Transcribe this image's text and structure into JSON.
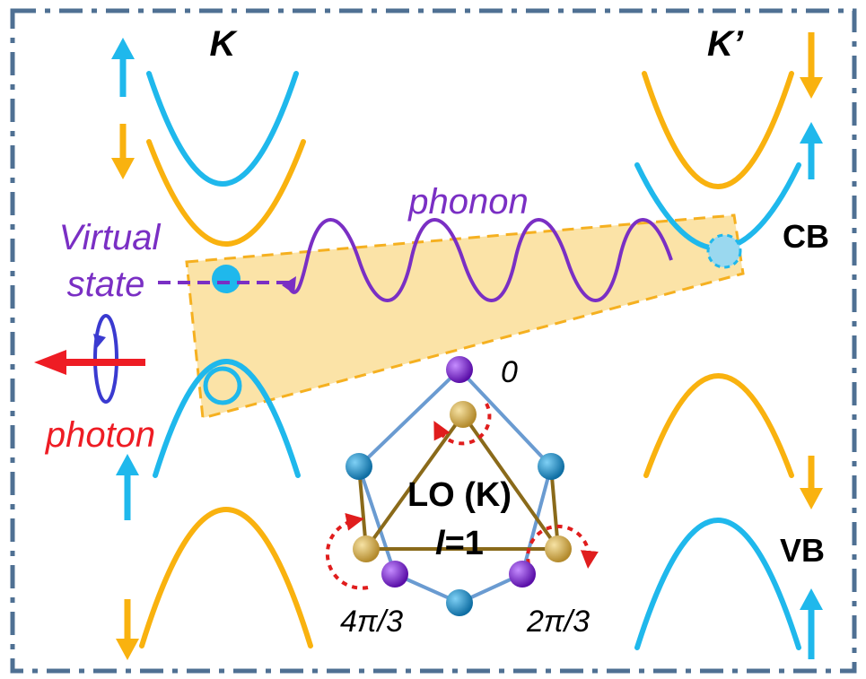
{
  "labels": {
    "valley_k": "K",
    "valley_k_prime": "K’",
    "conduction_band": "CB",
    "valence_band": "VB",
    "phonon": "phonon",
    "virtual_line1": "Virtual",
    "virtual_line2": "state",
    "photon": "photon",
    "mode_line1": "LO (K)",
    "mode_l": "l",
    "mode_eq": "=1",
    "phase_0": "0",
    "phase_4pi3": "4π/3",
    "phase_2pi3": "2π/3"
  },
  "colors": {
    "spin_up_band": "#1fb8ec",
    "spin_down_band": "#f9b20f",
    "phonon": "#7a2fc4",
    "photon": "#ee1c24",
    "shaded_region": "#fbe3a7",
    "frame": "#4f7093",
    "lattice_purple": "#7a22c9",
    "lattice_blue": "#1f8fc9",
    "lattice_gold": "#d9b65a",
    "rotation_arrow": "#e01d1d"
  }
}
